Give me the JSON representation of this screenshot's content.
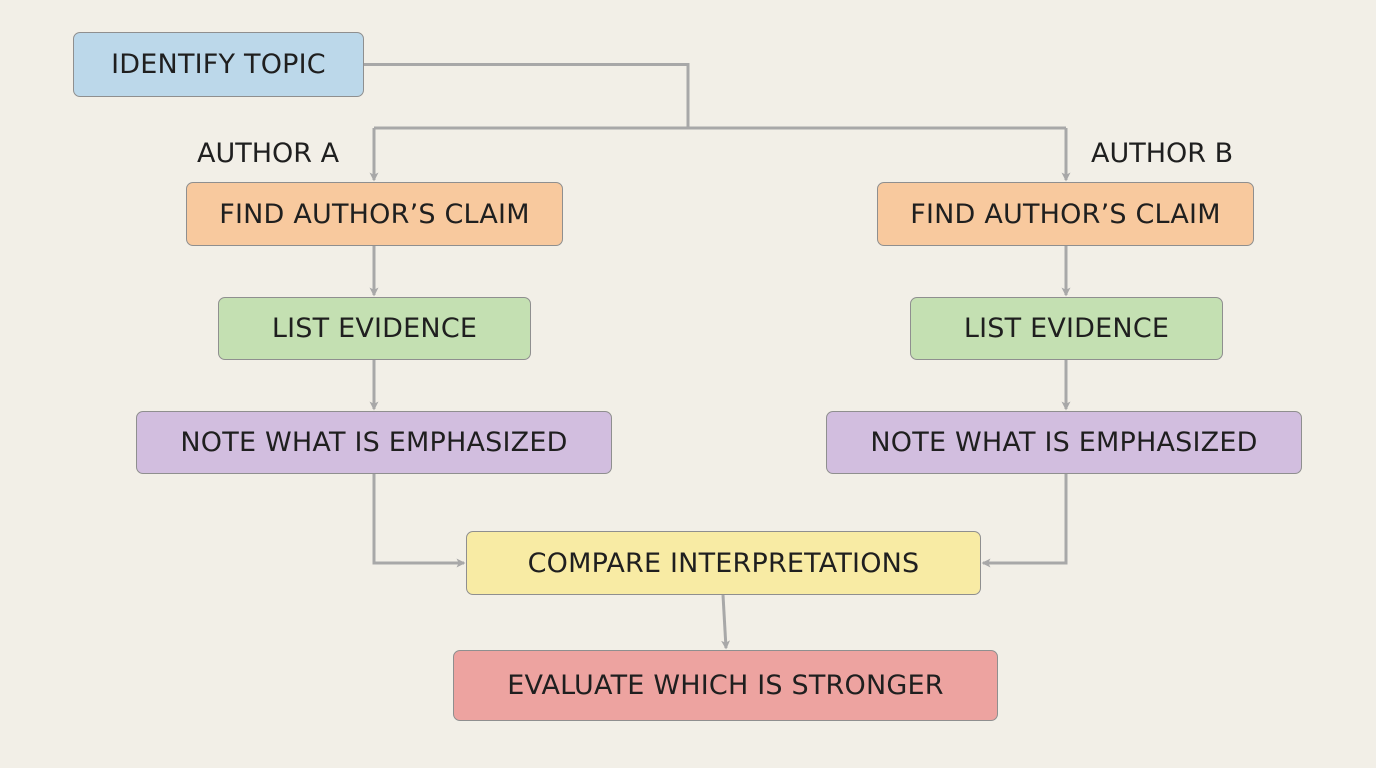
{
  "colors": {
    "background": "#f2efe7",
    "connector": "#a8a8a8",
    "border": "#8f8f8f",
    "text": "#1f1f1f",
    "blue": "#bcd8ea",
    "orange": "#f8c99e",
    "green": "#c4e0b2",
    "purple": "#d2bedf",
    "yellow": "#f8eba4",
    "red": "#eda3a0"
  },
  "flowchart": {
    "start": {
      "label": "IDENTIFY TOPIC",
      "color": "blue"
    },
    "author_a": {
      "heading": "AUTHOR A",
      "claim": {
        "label": "FIND AUTHOR’S CLAIM",
        "color": "orange"
      },
      "evidence": {
        "label": "LIST EVIDENCE",
        "color": "green"
      },
      "emphasis": {
        "label": "NOTE WHAT IS EMPHASIZED",
        "color": "purple"
      }
    },
    "author_b": {
      "heading": "AUTHOR B",
      "claim": {
        "label": "FIND AUTHOR’S CLAIM",
        "color": "orange"
      },
      "evidence": {
        "label": "LIST EVIDENCE",
        "color": "green"
      },
      "emphasis": {
        "label": "NOTE WHAT IS EMPHASIZED",
        "color": "purple"
      }
    },
    "compare": {
      "label": "COMPARE INTERPRETATIONS",
      "color": "yellow"
    },
    "evaluate": {
      "label": "EVALUATE WHICH IS STRONGER",
      "color": "red"
    }
  }
}
